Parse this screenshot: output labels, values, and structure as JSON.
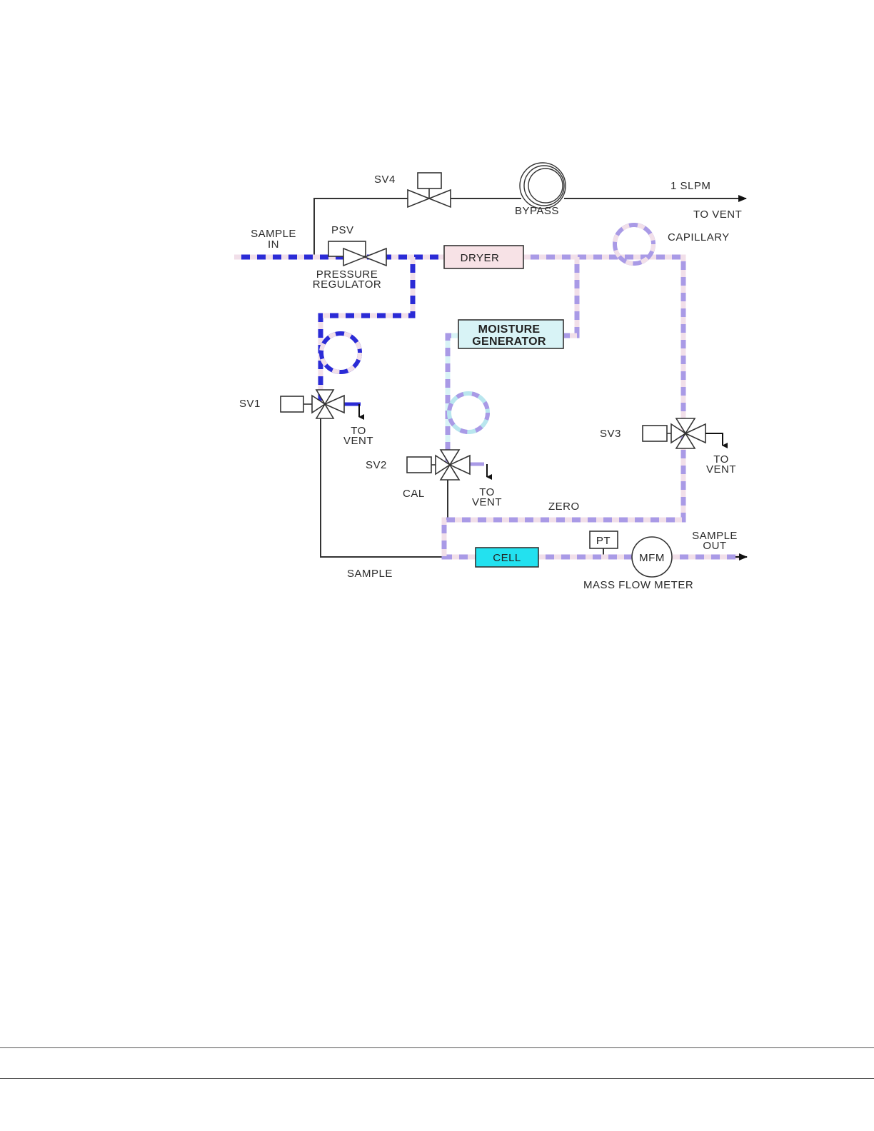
{
  "colors": {
    "sample_path": "#2b2bd6",
    "zero_path": "#a99ae6",
    "cal_path": "#b9e6ee",
    "stripe_light": "#f1dfe9",
    "line": "#333333",
    "dryer_fill": "#f7e2e6",
    "moisture_fill": "#d8f3f6",
    "cell_fill": "#23e1ef"
  },
  "labels": {
    "sv4": "SV4",
    "one_slpm": "1 SLPM",
    "bypass": "BYPASS",
    "to_vent_top": "TO VENT",
    "sample_in_1": "SAMPLE",
    "sample_in_2": "IN",
    "psv": "PSV",
    "capillary": "CAPILLARY",
    "pressure_regulator_1": "PRESSURE",
    "pressure_regulator_2": "REGULATOR",
    "dryer": "DRYER",
    "moisture_generator_1": "MOISTURE",
    "moisture_generator_2": "GENERATOR",
    "sv1": "SV1",
    "to_vent_sv1_1": "TO",
    "to_vent_sv1_2": "VENT",
    "sv3": "SV3",
    "to_vent_sv3_1": "TO",
    "to_vent_sv3_2": "VENT",
    "sv2": "SV2",
    "cal": "CAL",
    "to_vent_sv2_1": "TO",
    "to_vent_sv2_2": "VENT",
    "zero": "ZERO",
    "sample_out_1": "SAMPLE",
    "sample_out_2": "OUT",
    "pt": "PT",
    "cell": "CELL",
    "mfm": "MFM",
    "sample": "SAMPLE",
    "mass_flow_meter": "MASS FLOW METER"
  }
}
